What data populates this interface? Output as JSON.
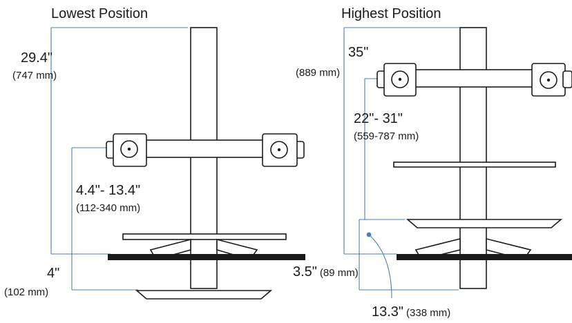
{
  "left": {
    "title": "Lowest Position",
    "height": {
      "in": "29.4\"",
      "mm": "(747 mm)"
    },
    "range": {
      "in": "4.4\"- 13.4\"",
      "mm": "(112-340 mm)"
    },
    "desk_gap": {
      "in": "4\"",
      "mm": "(102 mm)"
    }
  },
  "right": {
    "title": "Highest Position",
    "height": {
      "in": "35\"",
      "mm": "(889 mm)"
    },
    "range": {
      "in": "22\"- 31\"",
      "mm": "(559-787 mm)"
    },
    "desk_gap": {
      "in": "3.5\"",
      "mm": "(89 mm)"
    },
    "tray": {
      "in": "13.3\"",
      "mm": "(338 mm)"
    }
  },
  "colors": {
    "dimension": "#4d7fb3",
    "outline": "#1a1a1a",
    "desk": "#1a1a1a"
  }
}
